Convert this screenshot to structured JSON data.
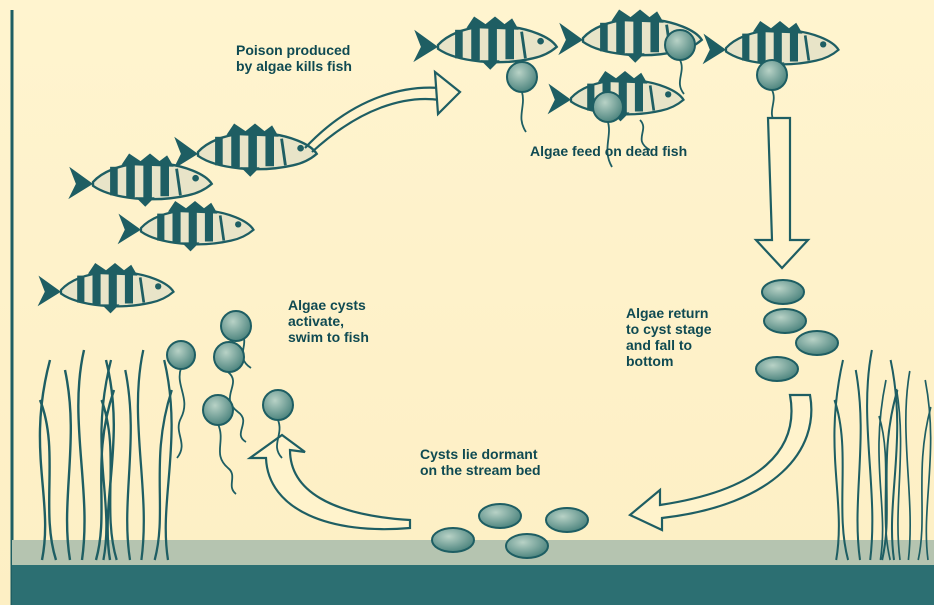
{
  "labels": {
    "poison": "Poison produced\nby algae kills fish",
    "feed": "Algae feed on dead fish",
    "activate": "Algae cysts\nactivate,\nswim to fish",
    "return": "Algae return\nto cyst stage\nand fall to\nbottom",
    "dormant": "Cysts lie dormant\non the stream bed"
  },
  "colors": {
    "ink": "#1e5e63",
    "background": "#fff3cc",
    "water_bed": "#2c6f72",
    "silt": "#8ea99f",
    "cyst": "#7ea59a"
  }
}
